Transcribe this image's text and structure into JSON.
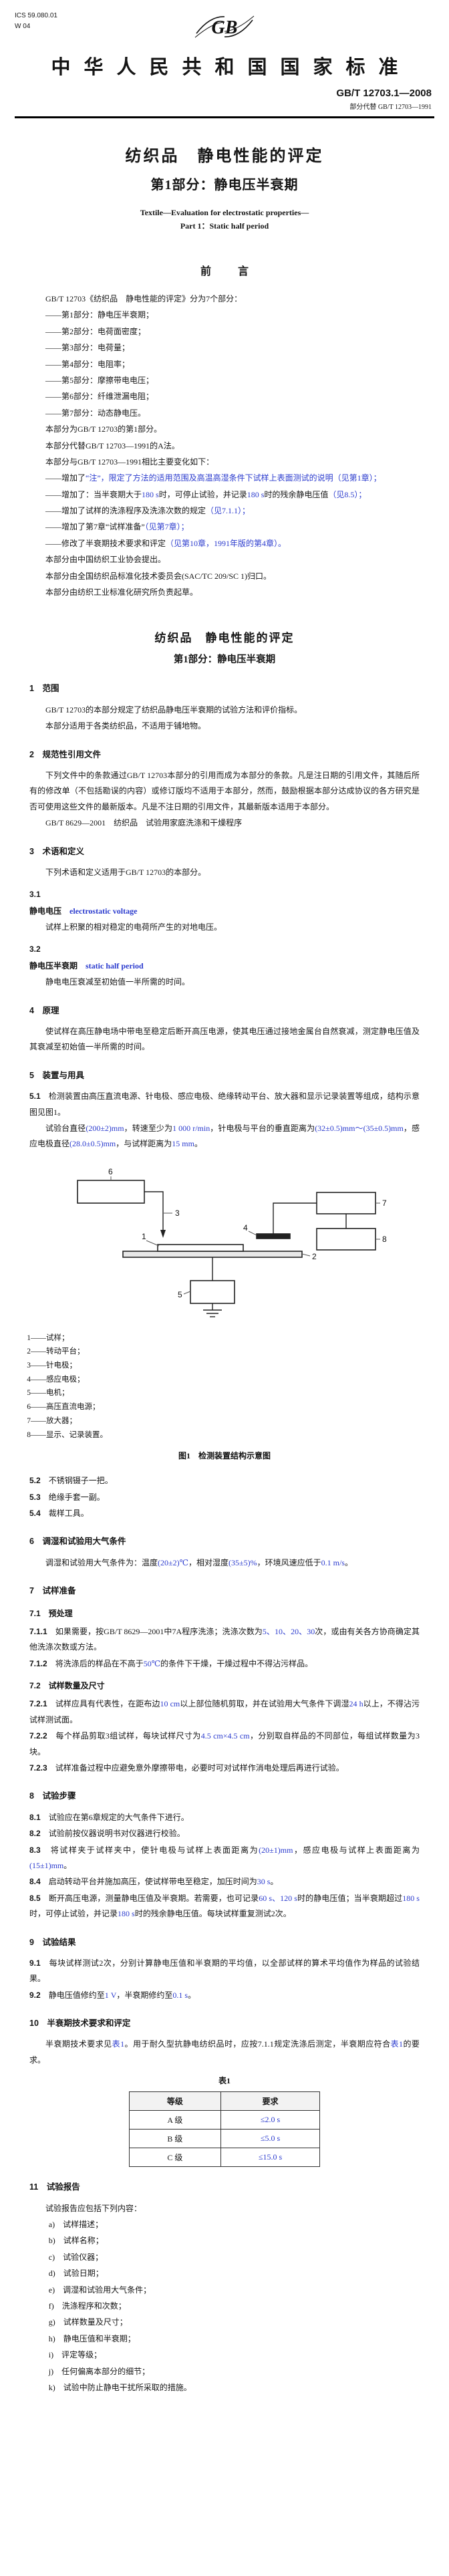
{
  "meta": {
    "accent_blue": "#2b3bce",
    "text_color": "#151515",
    "page_bg": "#ffffff"
  },
  "header": {
    "ics": "ICS 59.080.01",
    "doc_code": "W 04",
    "logo": "GB",
    "standard_name": "中华人民共和国国家标准",
    "standard_number": "GB/T 12703.1—2008",
    "replace_note": "部分代替 GB/T 12703—1991"
  },
  "cover": {
    "title_zh_1": "纺织品　静电性能的评定",
    "title_zh_2": "第1部分：静电压半衰期",
    "title_en_1": "Textile—Evaluation for electrostatic properties—",
    "title_en_2": "Part 1：Static half period"
  },
  "foreword_heading": "前　言",
  "body_title_1": "纺织品　静电性能的评定",
  "body_title_2": "第1部分：静电压半衰期",
  "foreword_blocks": [
    {
      "type": "p",
      "segs": [
        {
          "t": "GB/T 12703《纺织品　静电性能的评定》分为7个部分："
        }
      ]
    },
    {
      "type": "dash",
      "segs": [
        {
          "t": "——第1部分：静电压半衰期；"
        }
      ]
    },
    {
      "type": "dash",
      "segs": [
        {
          "t": "——第2部分：电荷面密度；"
        }
      ]
    },
    {
      "type": "dash",
      "segs": [
        {
          "t": "——第3部分：电荷量；"
        }
      ]
    },
    {
      "type": "dash",
      "segs": [
        {
          "t": "——第4部分：电阻率；"
        }
      ]
    },
    {
      "type": "dash",
      "segs": [
        {
          "t": "——第5部分：摩擦带电电压；"
        }
      ]
    },
    {
      "type": "dash",
      "segs": [
        {
          "t": "——第6部分：纤维泄漏电阻；"
        }
      ]
    },
    {
      "type": "dash",
      "segs": [
        {
          "t": "——第7部分：动态静电压。"
        }
      ]
    },
    {
      "type": "p",
      "segs": [
        {
          "t": "本部分为GB/T 12703的第1部分。"
        }
      ]
    },
    {
      "type": "p",
      "segs": [
        {
          "t": "本部分代替GB/T 12703—1991的A法。"
        }
      ]
    },
    {
      "type": "p",
      "segs": [
        {
          "t": "本部分与GB/T 12703—1991相比主要变化如下："
        }
      ]
    },
    {
      "type": "dash",
      "segs": [
        {
          "t": "——增加了"
        },
        {
          "t": "“注”，限定了方法的适用范围及高温高湿条件下试样上表面测试的说明",
          "b": true
        },
        {
          "t": "（见第1章）；",
          "b": true
        }
      ]
    },
    {
      "type": "dash",
      "segs": [
        {
          "t": "——增加了：当半衰期大于"
        },
        {
          "t": "180 s",
          "b": true
        },
        {
          "t": "时，可停止试验，并记录"
        },
        {
          "t": "180 s",
          "b": true
        },
        {
          "t": "时的残余静电压值"
        },
        {
          "t": "（见8.5）；",
          "b": true
        }
      ]
    },
    {
      "type": "dash",
      "segs": [
        {
          "t": "——增加了试样的洗涤程序及洗涤次数的规定"
        },
        {
          "t": "（见7.1.1）；",
          "b": true
        }
      ]
    },
    {
      "type": "dash",
      "segs": [
        {
          "t": "——增加了第7章“试样准备”"
        },
        {
          "t": "（见第7章）；",
          "b": true
        }
      ]
    },
    {
      "type": "dash",
      "segs": [
        {
          "t": "——修改了半衰期技术要求和评定"
        },
        {
          "t": "（见第10章，1991年版的第4章）。",
          "b": true
        }
      ]
    },
    {
      "type": "p",
      "segs": [
        {
          "t": "本部分由中国纺织工业协会提出。"
        }
      ]
    },
    {
      "type": "p",
      "segs": [
        {
          "t": "本部分由全国纺织品标准化技术委员会(SAC/TC 209/SC 1)归口。"
        }
      ]
    },
    {
      "type": "p",
      "segs": [
        {
          "t": "本部分由纺织工业标准化研究所负责起草。"
        }
      ]
    }
  ],
  "body_blocks_a": [
    {
      "type": "sec",
      "segs": [
        {
          "t": "1　范围"
        }
      ]
    },
    {
      "type": "p",
      "segs": [
        {
          "t": "GB/T 12703的本部分规定了纺织品静电压半衰期的试验方法和评价指标。"
        }
      ]
    },
    {
      "type": "p",
      "segs": [
        {
          "t": "本部分适用于各类纺织品，不适用于铺地物。"
        }
      ]
    },
    {
      "type": "sec",
      "segs": [
        {
          "t": "2　规范性引用文件"
        }
      ]
    },
    {
      "type": "p",
      "segs": [
        {
          "t": "下列文件中的条款通过GB/T 12703本部分的引用而成为本部分的条款。凡是注日期的引用文件，其随后所有的修改单（不包括勘误的内容）或修订版均不适用于本部分，然而，鼓励根据本部分达成协议的各方研究是否可使用这些文件的最新版本。凡是不注日期的引用文件，其最新版本适用于本部分。"
        }
      ]
    },
    {
      "type": "ref",
      "segs": [
        {
          "t": "GB/T 8629—2001　纺织品　试验用家庭洗涤和干燥程序"
        }
      ]
    },
    {
      "type": "sec",
      "segs": [
        {
          "t": "3　术语和定义"
        }
      ]
    },
    {
      "type": "p",
      "segs": [
        {
          "t": "下列术语和定义适用于GB/T 12703的本部分。"
        }
      ]
    },
    {
      "type": "termnum",
      "segs": [
        {
          "t": "3.1"
        }
      ]
    },
    {
      "type": "term",
      "segs": [
        {
          "t": "静电电压",
          "bold": true
        },
        {
          "t": "　electrostatic voltage",
          "b": true
        }
      ]
    },
    {
      "type": "p",
      "segs": [
        {
          "t": "试样上积聚的相对稳定的电荷所产生的对地电压。"
        }
      ]
    },
    {
      "type": "termnum",
      "segs": [
        {
          "t": "3.2"
        }
      ]
    },
    {
      "type": "term",
      "segs": [
        {
          "t": "静电压半衰期",
          "bold": true
        },
        {
          "t": "　static half period",
          "b": true
        }
      ]
    },
    {
      "type": "p",
      "segs": [
        {
          "t": "静电电压衰减至初始值一半所需的时间。"
        }
      ]
    },
    {
      "type": "sec",
      "segs": [
        {
          "t": "4　原理"
        }
      ]
    },
    {
      "type": "p",
      "segs": [
        {
          "t": "使试样在高压静电场中带电至稳定后断开高压电源，使其电压通过接地金属台自然衰减，测定静电压值及其衰减至初始值一半所需的时间。"
        }
      ]
    },
    {
      "type": "sec",
      "segs": [
        {
          "t": "5　装置与用具"
        }
      ]
    },
    {
      "type": "np",
      "segs": [
        {
          "t": "5.1",
          "bold": true
        },
        {
          "t": "　检测装置由高压直流电源、针电极、感应电极、绝缘转动平台、放大器和显示记录装置等组成，结构示意图见图1。"
        }
      ]
    },
    {
      "type": "p",
      "segs": [
        {
          "t": "试验台直径"
        },
        {
          "t": "(200±2)mm",
          "b": true
        },
        {
          "t": "，转速至少为"
        },
        {
          "t": "1 000 r/min",
          "b": true
        },
        {
          "t": "，针电极与平台的垂直距离为"
        },
        {
          "t": "(32±0.5)mm～(35±0.5)mm",
          "b": true
        },
        {
          "t": "，感应电极直径"
        },
        {
          "t": "(28.0±0.5)mm",
          "b": true
        },
        {
          "t": "，与试样距离为"
        },
        {
          "t": "15 mm",
          "b": true
        },
        {
          "t": "。"
        }
      ]
    }
  ],
  "figure1": {
    "callouts": [
      "1",
      "2",
      "3",
      "4",
      "5",
      "6",
      "7",
      "8"
    ],
    "legend": [
      "1——试样；",
      "2——转动平台；",
      "3——针电极；",
      "4——感应电极；",
      "5——电机；",
      "6——高压直流电源；",
      "7——放大器；",
      "8——显示、记录装置。"
    ],
    "caption": "图1　检测装置结构示意图"
  },
  "body_blocks_b": [
    {
      "type": "np",
      "segs": [
        {
          "t": "5.2",
          "bold": true
        },
        {
          "t": "　不锈钢镊子一把。"
        }
      ]
    },
    {
      "type": "np",
      "segs": [
        {
          "t": "5.3",
          "bold": true
        },
        {
          "t": "　绝缘手套一副。"
        }
      ]
    },
    {
      "type": "np",
      "segs": [
        {
          "t": "5.4",
          "bold": true
        },
        {
          "t": "　裁样工具。"
        }
      ]
    },
    {
      "type": "sec",
      "segs": [
        {
          "t": "6　调湿和试验用大气条件"
        }
      ]
    },
    {
      "type": "p",
      "segs": [
        {
          "t": "调湿和试验用大气条件为：温度"
        },
        {
          "t": "(20±2)℃",
          "b": true
        },
        {
          "t": "，相对湿度"
        },
        {
          "t": "(35±5)%",
          "b": true
        },
        {
          "t": "，环境风速应低于"
        },
        {
          "t": "0.1 m/s",
          "b": true
        },
        {
          "t": "。"
        }
      ]
    },
    {
      "type": "sec",
      "segs": [
        {
          "t": "7　试样准备"
        }
      ]
    },
    {
      "type": "sub",
      "segs": [
        {
          "t": "7.1　预处理"
        }
      ]
    },
    {
      "type": "np",
      "segs": [
        {
          "t": "7.1.1",
          "bold": true
        },
        {
          "t": "　如果需要，按GB/T 8629—2001中7A程序洗涤；洗涤次数为"
        },
        {
          "t": "5、10、20、30",
          "b": true
        },
        {
          "t": "次，或由有关各方协商确定其他洗涤次数或方法。"
        }
      ]
    },
    {
      "type": "np",
      "segs": [
        {
          "t": "7.1.2",
          "bold": true
        },
        {
          "t": "　将洗涤后的样品在不高于"
        },
        {
          "t": "50℃",
          "b": true
        },
        {
          "t": "的条件下干燥，干燥过程中不得沾污样品。"
        }
      ]
    },
    {
      "type": "sub",
      "segs": [
        {
          "t": "7.2　试样数量及尺寸"
        }
      ]
    },
    {
      "type": "np",
      "segs": [
        {
          "t": "7.2.1",
          "bold": true
        },
        {
          "t": "　试样应具有代表性，在距布边"
        },
        {
          "t": "10 cm",
          "b": true
        },
        {
          "t": "以上部位随机剪取，并在试验用大气条件下调湿"
        },
        {
          "t": "24 h",
          "b": true
        },
        {
          "t": "以上，不得沾污试样测试面。"
        }
      ]
    },
    {
      "type": "np",
      "segs": [
        {
          "t": "7.2.2",
          "bold": true
        },
        {
          "t": "　每个样品剪取3组试样，每块试样尺寸为"
        },
        {
          "t": "4.5 cm×4.5 cm",
          "b": true
        },
        {
          "t": "，分别取自样品的不同部位，每组试样数量为3块。"
        }
      ]
    },
    {
      "type": "np",
      "segs": [
        {
          "t": "7.2.3",
          "bold": true
        },
        {
          "t": "　试样准备过程中应避免意外摩擦带电，必要时可对试样作消电处理后再进行试验。"
        }
      ]
    },
    {
      "type": "sec",
      "segs": [
        {
          "t": "8　试验步骤"
        }
      ]
    },
    {
      "type": "np",
      "segs": [
        {
          "t": "8.1",
          "bold": true
        },
        {
          "t": "　试验应在第6章规定的大气条件下进行。"
        }
      ]
    },
    {
      "type": "np",
      "segs": [
        {
          "t": "8.2",
          "bold": true
        },
        {
          "t": "　试验前按仪器说明书对仪器进行校验。"
        }
      ]
    },
    {
      "type": "np",
      "segs": [
        {
          "t": "8.3",
          "bold": true
        },
        {
          "t": "　将试样夹于试样夹中，使针电极与试样上表面距离为"
        },
        {
          "t": "(20±1)mm",
          "b": true
        },
        {
          "t": "，感应电极与试样上表面距离为"
        },
        {
          "t": "(15±1)mm",
          "b": true
        },
        {
          "t": "。"
        }
      ]
    },
    {
      "type": "np",
      "segs": [
        {
          "t": "8.4",
          "bold": true
        },
        {
          "t": "　启动转动平台并施加高压，使试样带电至稳定，加压时间为"
        },
        {
          "t": "30 s",
          "b": true
        },
        {
          "t": "。"
        }
      ]
    },
    {
      "type": "np",
      "segs": [
        {
          "t": "8.5",
          "bold": true
        },
        {
          "t": "　断开高压电源，测量静电压值及半衰期。若需要，也可记录"
        },
        {
          "t": "60 s、120 s",
          "b": true
        },
        {
          "t": "时的静电压值；当半衰期超过"
        },
        {
          "t": "180 s",
          "b": true
        },
        {
          "t": "时，可停止试验，并记录"
        },
        {
          "t": "180 s",
          "b": true
        },
        {
          "t": "时的残余静电压值。每块试样重复测试2次。"
        }
      ]
    },
    {
      "type": "sec",
      "segs": [
        {
          "t": "9　试验结果"
        }
      ]
    },
    {
      "type": "np",
      "segs": [
        {
          "t": "9.1",
          "bold": true
        },
        {
          "t": "　每块试样测试2次，分别计算静电压值和半衰期的平均值，以全部试样的算术平均值作为样品的试验结果。"
        }
      ]
    },
    {
      "type": "np",
      "segs": [
        {
          "t": "9.2",
          "bold": true
        },
        {
          "t": "　静电压值修约至"
        },
        {
          "t": "1 V",
          "b": true
        },
        {
          "t": "，半衰期修约至"
        },
        {
          "t": "0.1 s",
          "b": true
        },
        {
          "t": "。"
        }
      ]
    },
    {
      "type": "sec",
      "segs": [
        {
          "t": "10　半衰期技术要求和评定"
        }
      ]
    },
    {
      "type": "p",
      "segs": [
        {
          "t": "半衰期技术要求见"
        },
        {
          "t": "表1",
          "b": true
        },
        {
          "t": "。用于耐久型抗静电纺织品时，应按7.1.1规定洗涤后测定，半衰期应符合"
        },
        {
          "t": "表1",
          "b": true
        },
        {
          "t": "的要求。"
        }
      ]
    }
  ],
  "table1": {
    "caption": "表1",
    "headers": [
      "等级",
      "要求"
    ],
    "rows": [
      {
        "grade": "A 级",
        "req": "≤2.0 s"
      },
      {
        "grade": "B 级",
        "req": "≤5.0 s"
      },
      {
        "grade": "C 级",
        "req": "≤15.0 s"
      }
    ]
  },
  "body_blocks_c": [
    {
      "type": "sec",
      "segs": [
        {
          "t": "11　试验报告"
        }
      ]
    },
    {
      "type": "p",
      "segs": [
        {
          "t": "试验报告应包括下列内容："
        }
      ]
    },
    {
      "type": "item",
      "segs": [
        {
          "t": "a)　试样描述；"
        }
      ]
    },
    {
      "type": "item",
      "segs": [
        {
          "t": "b)　试样名称；"
        }
      ]
    },
    {
      "type": "item",
      "segs": [
        {
          "t": "c)　试验仪器；"
        }
      ]
    },
    {
      "type": "item",
      "segs": [
        {
          "t": "d)　试验日期；"
        }
      ]
    },
    {
      "type": "item",
      "segs": [
        {
          "t": "e)　调湿和试验用大气条件；"
        }
      ]
    },
    {
      "type": "item",
      "segs": [
        {
          "t": "f)　洗涤程序和次数；"
        }
      ]
    },
    {
      "type": "item",
      "segs": [
        {
          "t": "g)　试样数量及尺寸；"
        }
      ]
    },
    {
      "type": "item",
      "segs": [
        {
          "t": "h)　静电压值和半衰期；"
        }
      ]
    },
    {
      "type": "item",
      "segs": [
        {
          "t": "i)　评定等级；"
        }
      ]
    },
    {
      "type": "item",
      "segs": [
        {
          "t": "j)　任何偏离本部分的细节；"
        }
      ]
    },
    {
      "type": "item",
      "segs": [
        {
          "t": "k)　试验中防止静电干扰所采取的措施。"
        }
      ]
    }
  ]
}
